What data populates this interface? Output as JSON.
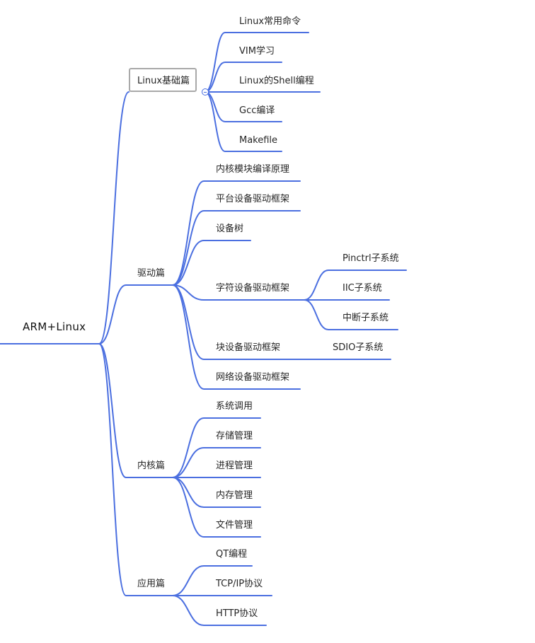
{
  "mindmap": {
    "root": "ARM+Linux",
    "branches": [
      {
        "label": "Linux基础篇",
        "children": [
          "Linux常用命令",
          "VIM学习",
          "Linux的Shell编程",
          "Gcc编译",
          "Makefile"
        ]
      },
      {
        "label": "驱动篇",
        "children": [
          "内核模块编译原理",
          "平台设备驱动框架",
          "设备树",
          "字符设备驱动框架",
          "块设备驱动框架",
          "网络设备驱动框架"
        ],
        "char_children": [
          "Pinctrl子系统",
          "IIC子系统",
          "中断子系统"
        ],
        "block_children": [
          "SDIO子系统"
        ]
      },
      {
        "label": "内核篇",
        "children": [
          "系统调用",
          "存储管理",
          "进程管理",
          "内存管理",
          "文件管理"
        ]
      },
      {
        "label": "应用篇",
        "children": [
          "QT编程",
          "TCP/IP协议",
          "HTTP协议"
        ]
      }
    ],
    "line_color": "#4b6fe0",
    "collapse_icon": "minus-circle-icon"
  }
}
